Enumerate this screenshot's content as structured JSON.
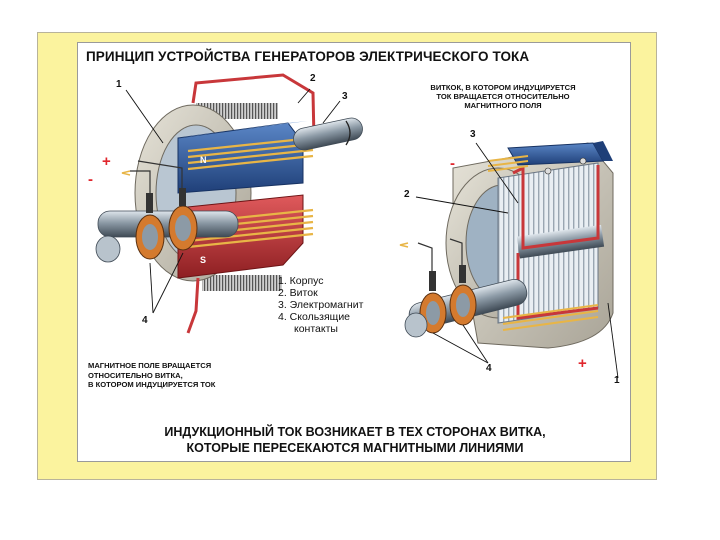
{
  "colors": {
    "slide_bg": "#fbf39e",
    "panel_bg": "#ffffff",
    "copper": "#e8b546",
    "blue_magnet": "#2f5fa6",
    "red_magnet": "#c8373a",
    "shaft": "#8c9aa6",
    "housing": "#c9c5b6",
    "sign_red": "#e0262d"
  },
  "title": "ПРИНЦИП УСТРОЙСТВА ГЕНЕРАТОРОВ ЭЛЕКТРИЧЕСКОГО ТОКА",
  "left_fig": {
    "labels": [
      "1",
      "2",
      "3",
      "4"
    ],
    "plus": "+",
    "minus": "-",
    "pole_n": "N",
    "pole_s": "S",
    "caption": [
      "МАГНИТНОЕ ПОЛЕ ВРАЩАЕТСЯ",
      "ОТНОСИТЕЛЬНО ВИТКА,",
      "В КОТОРОМ ИНДУЦИРУЕТСЯ ТОК"
    ]
  },
  "right_fig": {
    "caption": [
      "ВИТКОК, В КОТОРОМ ИНДУЦИРУЕТСЯ",
      "ТОК ВРАЩАЕТСЯ ОТНОСИТЕЛЬНО",
      "МАГНИТНОГО ПОЛЯ"
    ],
    "labels": [
      "3",
      "2",
      "4",
      "1"
    ],
    "minus": "-",
    "plus": "+"
  },
  "legend": [
    "1. Корпус",
    "2. Виток",
    "3. Электромагнит",
    "4. Скользящие",
    "контакты"
  ],
  "footer": [
    "ИНДУКЦИОННЫЙ ТОК ВОЗНИКАЕТ В ТЕХ СТОРОНАХ ВИТКА,",
    "КОТОРЫЕ ПЕРЕСЕКАЮТСЯ МАГНИТНЫМИ ЛИНИЯМИ"
  ]
}
